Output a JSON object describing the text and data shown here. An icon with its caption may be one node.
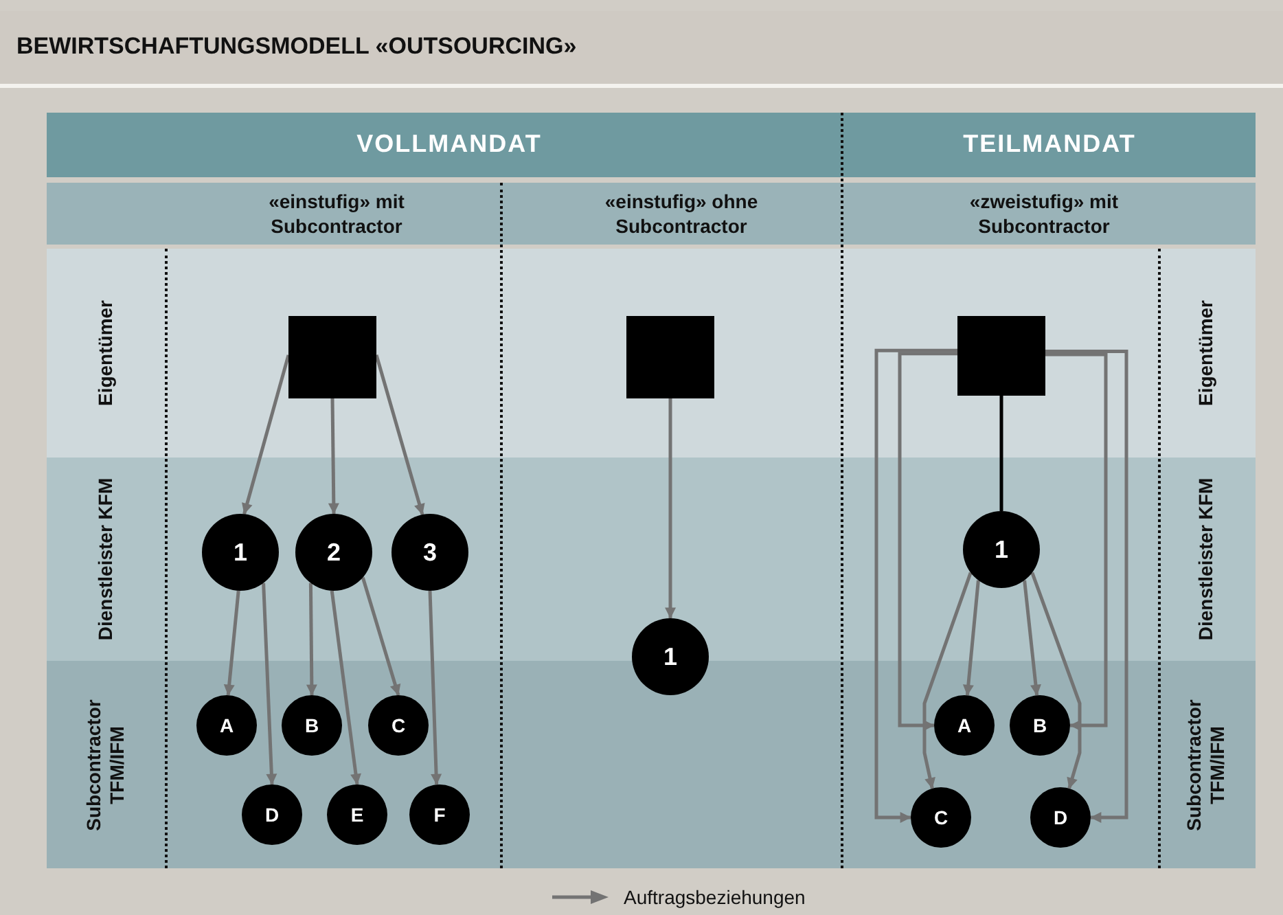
{
  "diagram": {
    "title": "BEWIRTSCHAFTUNGSMODELL «OUTSOURCING»",
    "nodes": [
      {
        "text": [],
        "shape": "box"
      },
      {
        "text": [
          "1"
        ]
      },
      {
        "text": [
          "2"
        ]
      },
      {
        "text": [
          "3"
        ]
      },
      {
        "text": [
          "A"
        ]
      },
      {
        "text": [
          "B"
        ]
      },
      {
        "text": [
          "C"
        ]
      },
      {
        "text": [
          "D"
        ]
      },
      {
        "text": [
          "E"
        ]
      },
      {
        "text": [
          "F"
        ]
      },
      {
        "text": [],
        "shape": "box"
      },
      {
        "text": [
          "1"
        ]
      },
      {
        "text": [],
        "shape": "box"
      },
      {
        "text": [
          "1"
        ]
      },
      {
        "text": [
          "A"
        ]
      },
      {
        "text": [
          "B"
        ]
      },
      {
        "text": [
          "C"
        ]
      },
      {
        "text": [
          "D"
        ]
      }
    ],
    "edges": [
      {
        "from": 0,
        "to": 1,
        "arrow": "to"
      },
      {
        "from": 0,
        "to": 2,
        "arrow": "to"
      },
      {
        "from": 0,
        "to": 3,
        "arrow": "to"
      },
      {
        "from": 1,
        "to": 4,
        "arrow": "to"
      },
      {
        "from": 1,
        "to": 7,
        "arrow": "to"
      },
      {
        "from": 2,
        "to": 5,
        "arrow": "to"
      },
      {
        "from": 2,
        "to": 8,
        "arrow": "to"
      },
      {
        "from": 2,
        "to": 6,
        "arrow": "to"
      },
      {
        "from": 3,
        "to": 9,
        "arrow": "to"
      },
      {
        "from": 10,
        "to": 11,
        "arrow": "to"
      },
      {
        "from": 12,
        "to": 13,
        "arrow": "none",
        "color": "#000000"
      },
      {
        "from": 13,
        "to": 14,
        "arrow": "to"
      },
      {
        "from": 13,
        "to": 16,
        "arrow": "to"
      },
      {
        "from": 13,
        "to": 15,
        "arrow": "to"
      },
      {
        "from": 13,
        "to": 17,
        "arrow": "to"
      },
      {
        "from": 12,
        "to": 14,
        "arrow": "to"
      },
      {
        "from": 12,
        "to": 16,
        "arrow": "to"
      },
      {
        "from": 12,
        "to": 15,
        "arrow": "to"
      },
      {
        "from": 12,
        "to": 17,
        "arrow": "to"
      }
    ],
    "labels": [
      "VOLLMANDAT",
      "TEILMANDAT",
      "«einstufig» mit Subcontractor",
      "«einstufig» ohne Subcontractor",
      "«zweistufig» mit Subcontractor",
      "Eigentümer",
      "Dienstleister KFM",
      "Subcontractor TFM/IFM",
      "Eigentümer",
      "Dienstleister KFM",
      "Subcontractor TFM/IFM"
    ],
    "legend": [
      {
        "text": "Auftragsbeziehungen"
      }
    ]
  }
}
